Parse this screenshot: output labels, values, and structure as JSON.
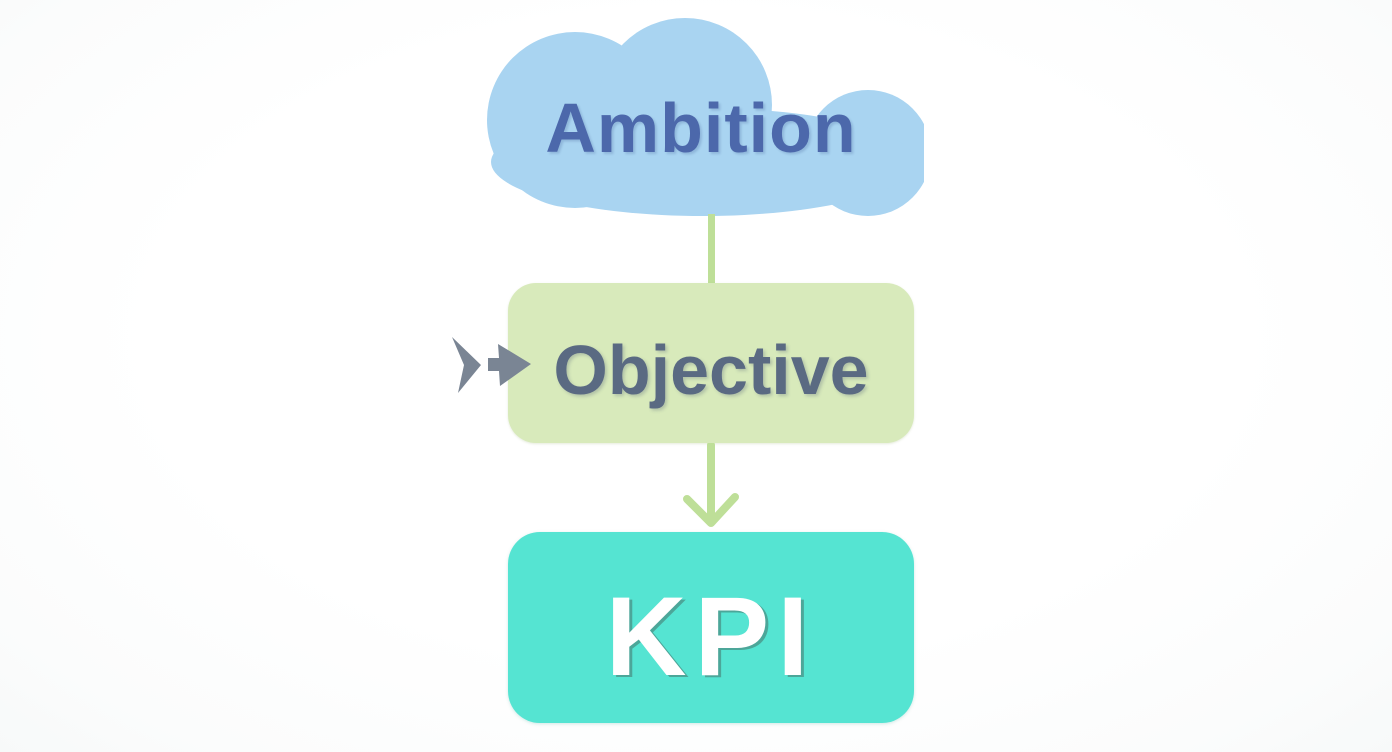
{
  "diagram": {
    "background": "#FFFFFF",
    "nodes": [
      {
        "id": "ambition",
        "label": "Ambition",
        "shape": "cloud",
        "fill": "#A9D4F1",
        "text_color": "#4C68AB"
      },
      {
        "id": "objective",
        "label": "Objective",
        "shape": "rounded-rectangle",
        "fill": "#D8EABB",
        "text_color": "#5A6A82"
      },
      {
        "id": "kpi",
        "label": "KPI",
        "shape": "rounded-rectangle",
        "fill": "#55E4D2",
        "text_color": "#FFFFFF"
      }
    ],
    "connectors": [
      {
        "id": "ambition-to-objective",
        "from": "ambition",
        "to": "objective",
        "style": "straight-line",
        "color": "#BEDF98"
      },
      {
        "id": "objective-to-kpi",
        "from": "objective",
        "to": "kpi",
        "style": "line-with-arrowhead-down",
        "color": "#BEDF98"
      },
      {
        "id": "input-to-objective",
        "from": "left-margin",
        "to": "objective",
        "style": "double-chevron-arrow-right",
        "color": "#7A8594"
      }
    ]
  }
}
